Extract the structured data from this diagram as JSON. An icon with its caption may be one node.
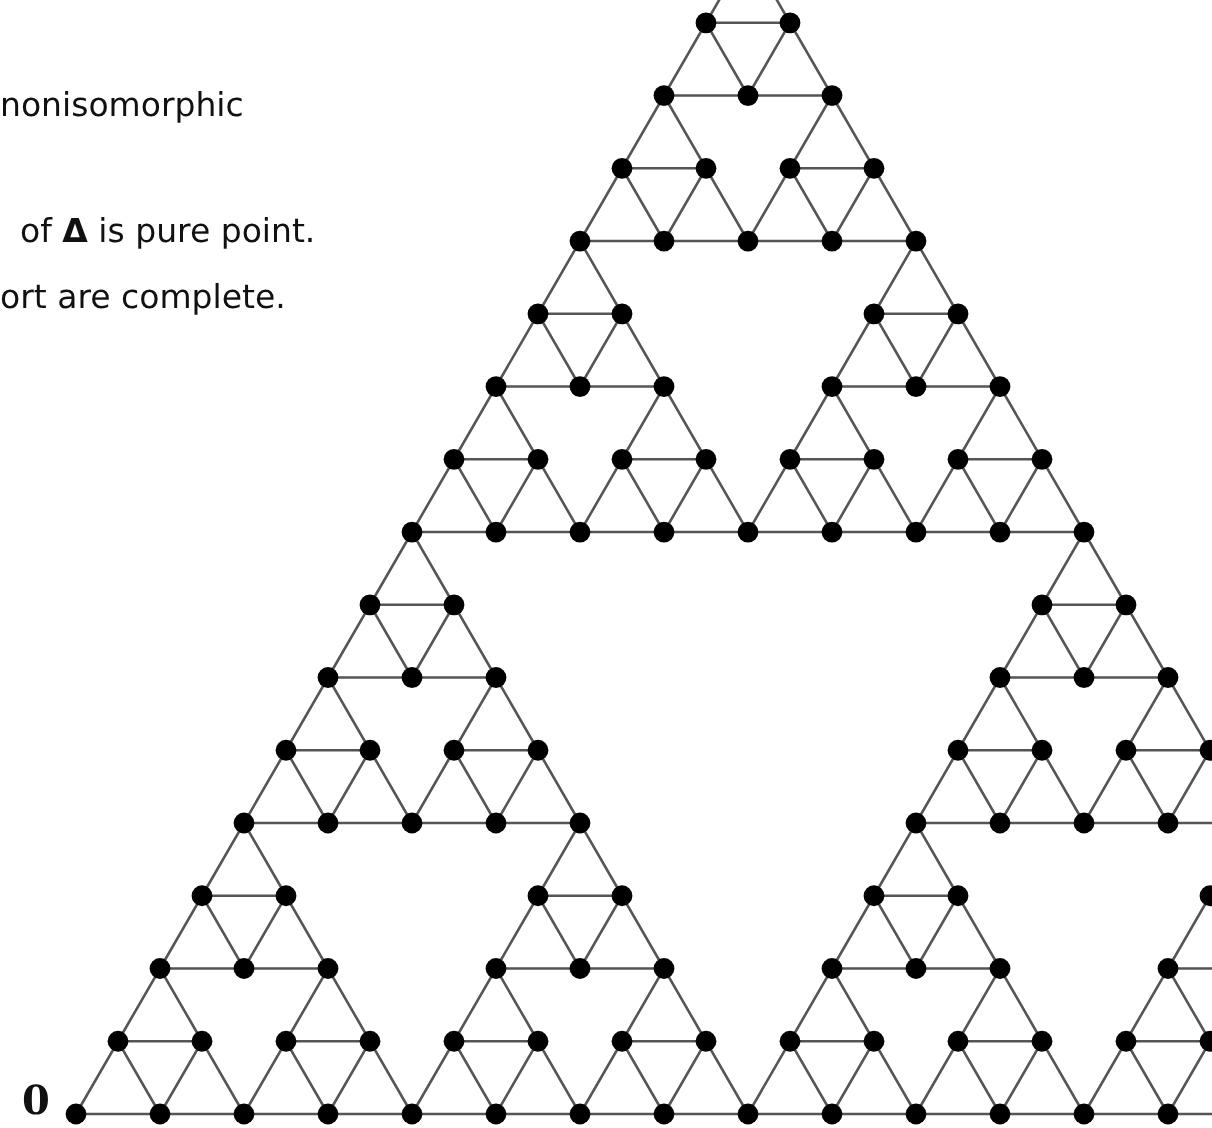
{
  "diagram": {
    "labels": [
      "nonisomorphic",
      "of **Δ** is pure point.",
      "ort are complete.",
      "0"
    ]
  }
}
